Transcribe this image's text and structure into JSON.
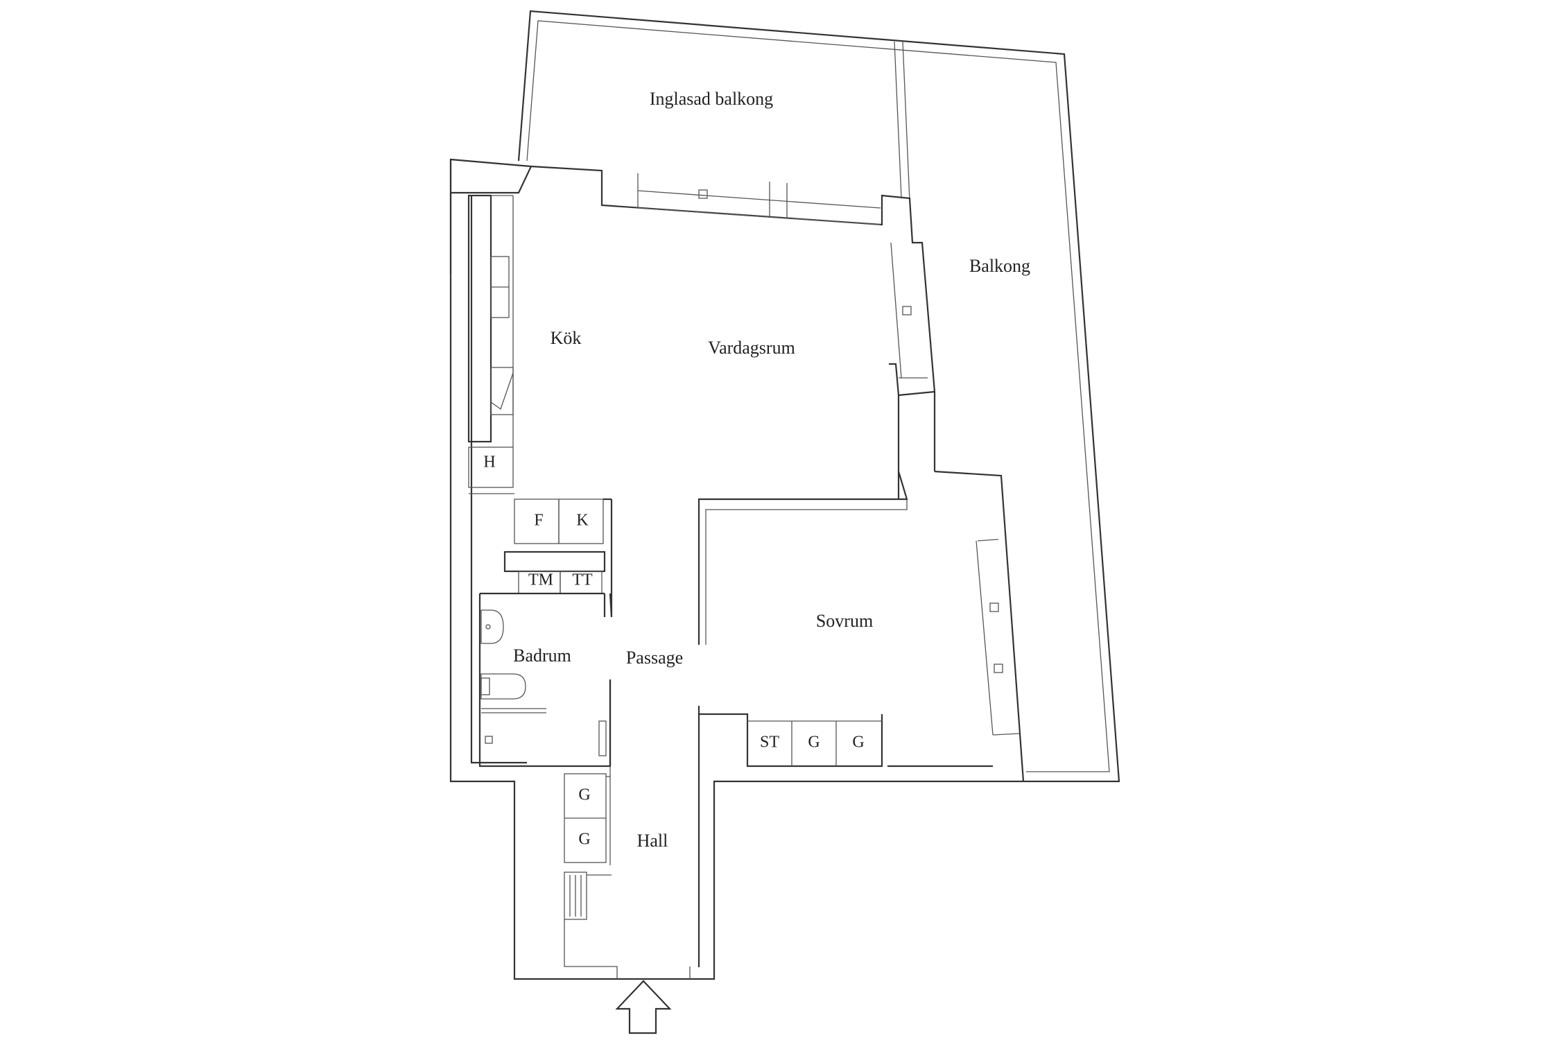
{
  "rooms": {
    "glazed_balcony": "Inglasad balkong",
    "balcony": "Balkong",
    "kitchen": "Kök",
    "living_room": "Vardagsrum",
    "bathroom": "Badrum",
    "passage": "Passage",
    "bedroom": "Sovrum",
    "hall": "Hall"
  },
  "fixtures": {
    "hood": "H",
    "freezer": "F",
    "fridge": "K",
    "washer": "TM",
    "dryer": "TT",
    "storage": "ST",
    "wardrobe_1": "G",
    "wardrobe_2": "G",
    "hall_wardrobe_1": "G",
    "hall_wardrobe_2": "G"
  },
  "entrance_icon": "up-arrow-icon"
}
